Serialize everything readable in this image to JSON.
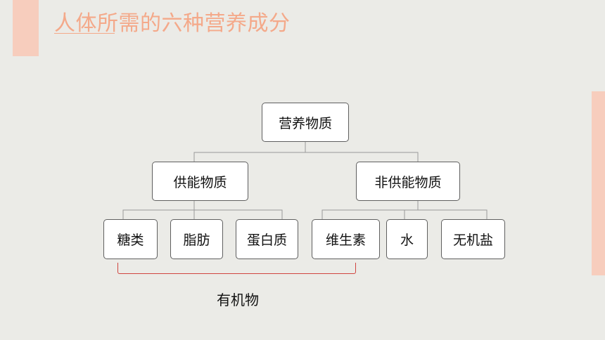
{
  "title": "人体所需的六种营养成分",
  "tree": {
    "root": "营养物质",
    "level1": [
      "供能物质",
      "非供能物质"
    ],
    "level2": [
      "糖类",
      "脂肪",
      "蛋白质",
      "维生素",
      "水",
      "无机盐"
    ]
  },
  "bracket_label": "有机物",
  "colors": {
    "background": "#ebebe7",
    "accent": "#f7cdbd",
    "title": "#f4a98a",
    "bracket": "#d0443f"
  }
}
